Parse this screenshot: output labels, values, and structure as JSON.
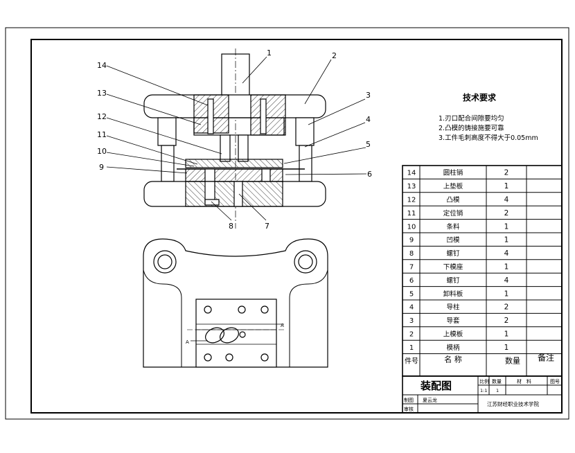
{
  "tech": {
    "title": "技术要求",
    "notes": [
      "1.刃口配合间隙要均匀",
      "2.凸模的铸接施要可靠",
      "3.工件毛刺高度不得大于0.05mm"
    ]
  },
  "callouts": [
    "1",
    "2",
    "3",
    "4",
    "5",
    "6",
    "7",
    "8",
    "9",
    "10",
    "11",
    "12",
    "13",
    "14"
  ],
  "bom": {
    "rows": [
      {
        "no": "14",
        "name": "圆柱销",
        "qty": "2"
      },
      {
        "no": "13",
        "name": "上垫板",
        "qty": "1"
      },
      {
        "no": "12",
        "name": "凸模",
        "qty": "4"
      },
      {
        "no": "11",
        "name": "定位销",
        "qty": "2"
      },
      {
        "no": "10",
        "name": "条料",
        "qty": "1"
      },
      {
        "no": "9",
        "name": "凹模",
        "qty": "1"
      },
      {
        "no": "8",
        "name": "螺钉",
        "qty": "4"
      },
      {
        "no": "7",
        "name": "下模座",
        "qty": "1"
      },
      {
        "no": "6",
        "name": "螺钉",
        "qty": "4"
      },
      {
        "no": "5",
        "name": "卸料板",
        "qty": "1"
      },
      {
        "no": "4",
        "name": "导柱",
        "qty": "2"
      },
      {
        "no": "3",
        "name": "导套",
        "qty": "2"
      },
      {
        "no": "2",
        "name": "上模板",
        "qty": "1"
      },
      {
        "no": "1",
        "name": "模柄",
        "qty": "1"
      }
    ],
    "header": {
      "no": "件号",
      "name": "名 称",
      "qty": "数量",
      "remark": "备注"
    }
  },
  "titleblock": {
    "drawing_name": "装配图",
    "scale_label": "比例",
    "qty_label": "数量",
    "material_label": "材　料",
    "drawing_no_label": "图号",
    "scale_value": "1:1",
    "qty_value": "1",
    "drawn_label": "制图",
    "drawn_by": "夏云龙",
    "check_label": "审核",
    "school": "江苏财经职业技术学院"
  },
  "plan": {
    "dim_a": "A"
  }
}
